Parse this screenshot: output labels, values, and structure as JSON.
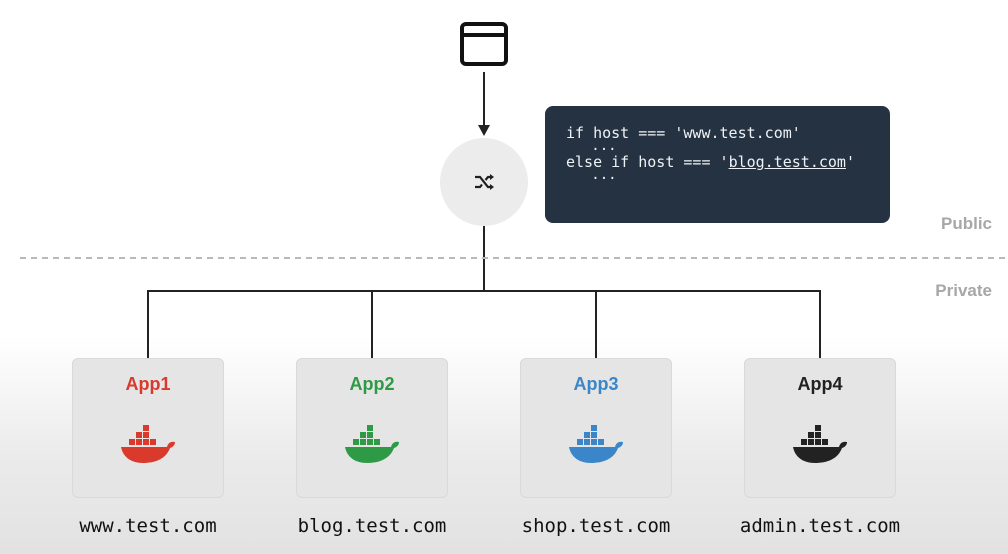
{
  "diagram": {
    "browser_icon": "browser-window-icon",
    "router_icon": "shuffle-icon",
    "code": {
      "line1": "if host === 'www.test.com'",
      "line2": "...",
      "line3_prefix": "else if host === '",
      "line3_link": "blog.test.com",
      "line3_suffix": "'",
      "line4": "..."
    },
    "zones": {
      "public": "Public",
      "private": "Private"
    },
    "apps": [
      {
        "name": "App1",
        "host": "www.test.com",
        "color": "#d93a2b",
        "icon": "docker-whale-icon"
      },
      {
        "name": "App2",
        "host": "blog.test.com",
        "color": "#2f9a46",
        "icon": "docker-whale-icon"
      },
      {
        "name": "App3",
        "host": "shop.test.com",
        "color": "#3a86c8",
        "icon": "docker-whale-icon"
      },
      {
        "name": "App4",
        "host": "admin.test.com",
        "color": "#222222",
        "icon": "docker-whale-icon"
      }
    ],
    "colors": {
      "code_bg": "#253241",
      "router_bg": "#ececec",
      "divider": "#b9b9b9"
    }
  }
}
